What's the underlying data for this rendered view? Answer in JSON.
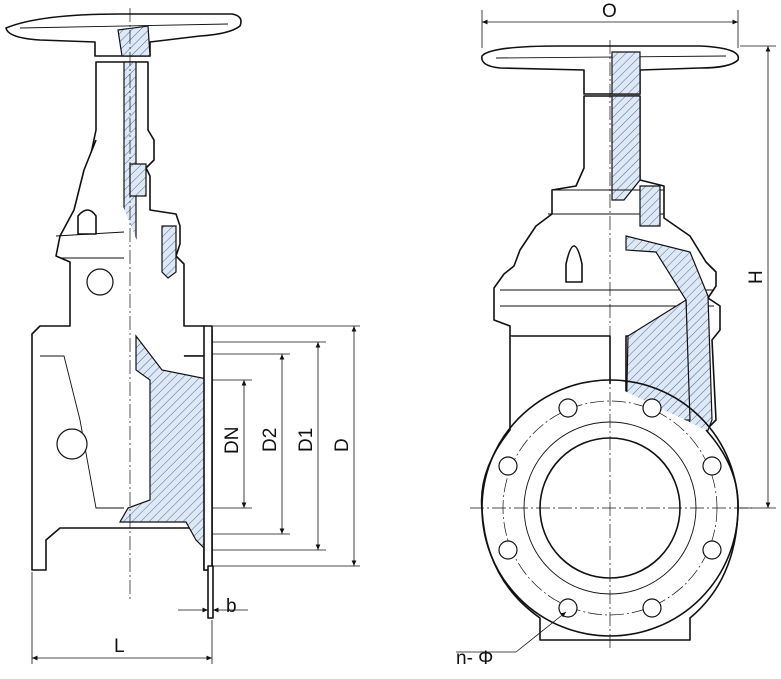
{
  "drawing": {
    "labels": {
      "O": "O",
      "H": "H",
      "DN": "DN",
      "D2": "D2",
      "D1": "D1",
      "D": "D",
      "b": "b",
      "L": "L",
      "n_phi": "n- Φ"
    },
    "colors": {
      "line": "#111111",
      "hatch": "#3b6fb0",
      "paper": "#ffffff"
    }
  }
}
